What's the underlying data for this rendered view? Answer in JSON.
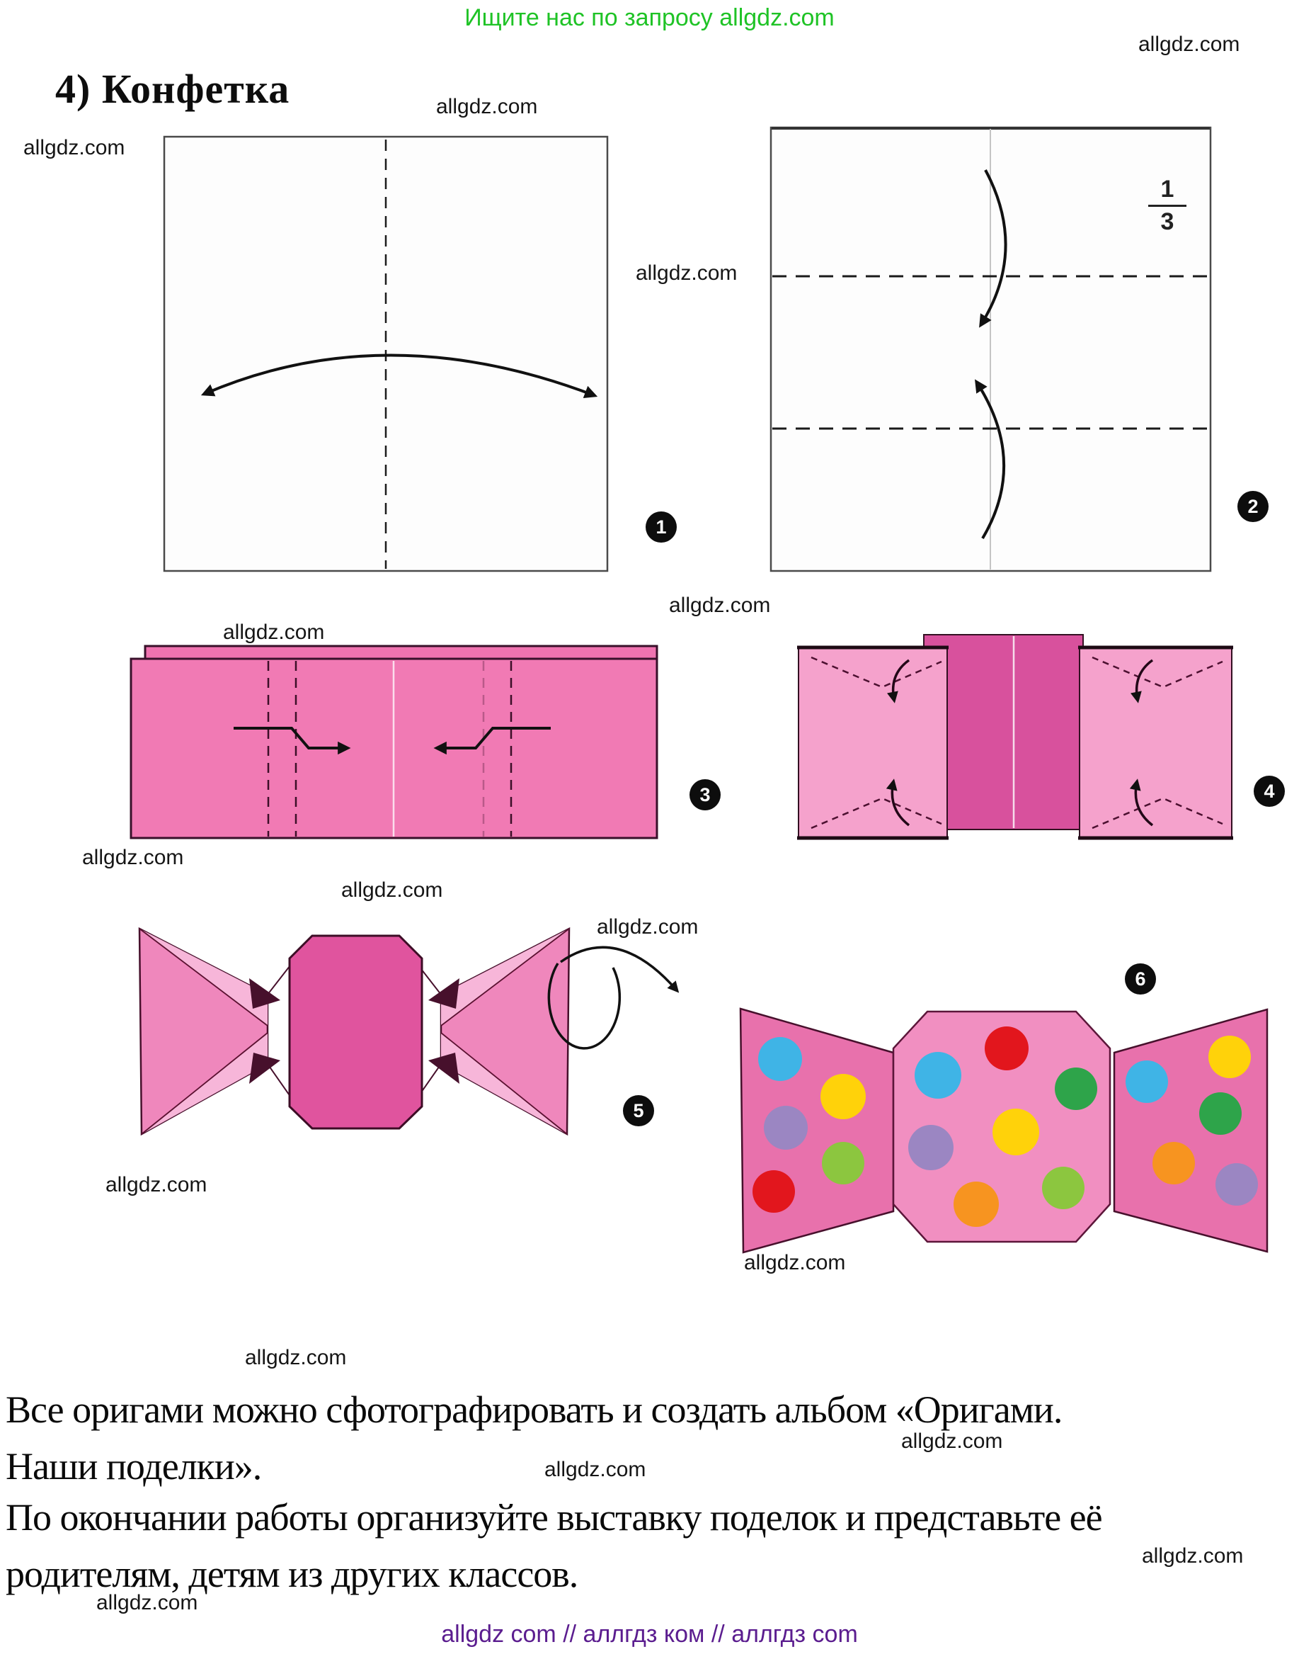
{
  "promo": {
    "text": "Ищите нас по запросу allgdz.com",
    "color": "#1fc326"
  },
  "watermark": "allgdz.com",
  "title": "4) Конфетка",
  "diagram": {
    "fraction": {
      "numerator": "1",
      "denominator": "3"
    },
    "steps": [
      {
        "number": "1"
      },
      {
        "number": "2"
      },
      {
        "number": "3"
      },
      {
        "number": "4"
      },
      {
        "number": "5"
      },
      {
        "number": "6"
      }
    ]
  },
  "body_text": {
    "p1_line1": "Все оригами можно сфотографировать и создать альбом «Оригами.",
    "p1_line2": "Наши поделки».",
    "p2_line1": "По окончании работы организуйте выставку поделок и представьте её",
    "p2_line2": "родителям, детям из других классов."
  },
  "footer": {
    "text": "allgdz com  //  аллгдз ком  //  аллгдз com",
    "color": "#5b1d8f"
  },
  "colors": {
    "paper_outline": "#4a4a4a",
    "candy_pink": "#f17ab4",
    "flap_pink_light": "#f5a2cc",
    "candy_magenta": "#d8519d",
    "bow_wing": "#ef87bc",
    "bow_wing_light": "#f7b6d9",
    "bow_center": "#e0549e",
    "final_wing": "#e871ac",
    "final_body": "#f18fc1",
    "dark_outline": "#47102c",
    "dot_blue": "#3fb4e6",
    "dot_red": "#e2161d",
    "dot_yellow": "#ffd20a",
    "dot_green": "#2ea44a",
    "dot_lightgreen": "#8cc63f",
    "dot_purple": "#9b86c2",
    "dot_orange": "#f79420"
  }
}
